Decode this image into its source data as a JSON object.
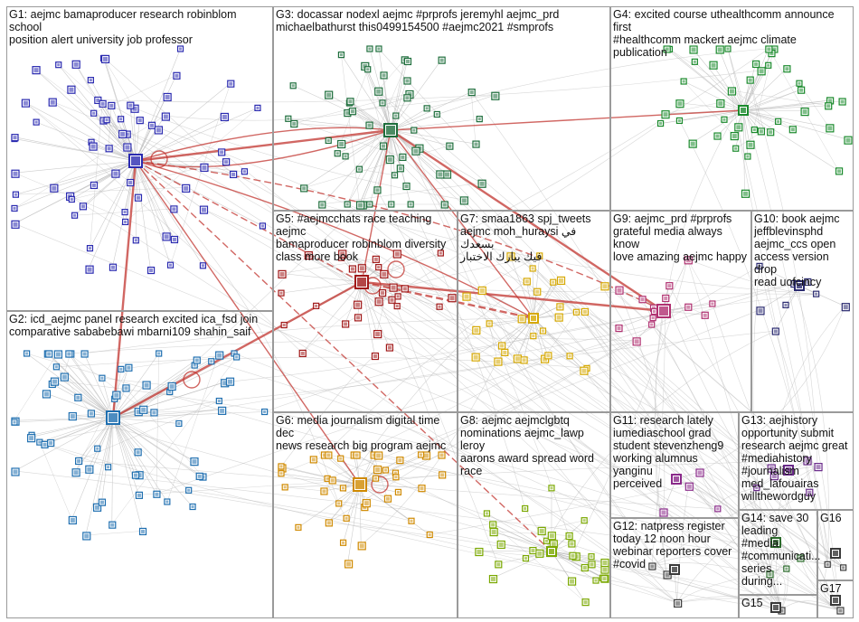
{
  "graph_title": "",
  "colors": {
    "edge": "#b8b8b8",
    "heavy_edge": "#c2342f",
    "border": "#9a9a9a"
  },
  "groups": [
    {
      "id": "G1",
      "label": "G1: aejmc bamaproducer research robinblom school\nposition alert university job professor",
      "color": "#2a2ab0"
    },
    {
      "id": "G3",
      "label": "G3: docassar nodexl aejmc #prprofs jeremyhl aejmc_prd\nmichaelbathurst this0499154500 #aejmc2021 #smprofs",
      "color": "#1e6e3c"
    },
    {
      "id": "G4",
      "label": "G4: excited course uthealthcomm announce first\n#healthcomm mackert aejmc climate publication",
      "color": "#1a8a2c"
    },
    {
      "id": "G5",
      "label": "G5: #aejmcchats race teaching aejmc\nbamaproducer robinblom diversity\nclass more book",
      "color": "#a01818"
    },
    {
      "id": "G7",
      "label": "G7: smaa1863 spj_tweets\naejmc moh_huraysi في بسعدك\nفيك يبارك الاختبار",
      "color": "#d6a800"
    },
    {
      "id": "G9",
      "label": "G9: aejmc_prd #prprofs\ngrateful media always know\nlove amazing aejmc happy",
      "color": "#b03070"
    },
    {
      "id": "G10",
      "label": "G10: book aejmc\njeffblevinsphd\naejmc_ccs open\naccess version drop\nread uofcincy",
      "color": "#2a2a70"
    },
    {
      "id": "G2",
      "label": "G2: icd_aejmc panel research excited ica_fsd join\ncomparative sababebawi mbarni109 shahin_saif",
      "color": "#1f6fb0"
    },
    {
      "id": "G6",
      "label": "G6: media journalism digital time dec\nnews research big program aejmc",
      "color": "#d08a00"
    },
    {
      "id": "G8",
      "label": "G8: aejmc aejmclgbtq\nnominations aejmc_lawp leroy\naarons award spread word race",
      "color": "#7aa800"
    },
    {
      "id": "G11",
      "label": "G11: research lately\niumediaschool grad\nstudent stevenzheng9\nworking alumnus yanginu\nperceived",
      "color": "#8a2a8a"
    },
    {
      "id": "G13",
      "label": "G13: aejhistory\nopportunity submit\nresearch aejmc great\n#mediahistory\n#journalism\nmed_lafouairas\nwillthewordguy",
      "color": "#6a2a8a"
    },
    {
      "id": "G12",
      "label": "G12: natpress register\ntoday 12 noon hour\nwebinar reporters cover\n#covid",
      "color": "#3a3a3a"
    },
    {
      "id": "G14",
      "label": "G14: save 30\nleading #media\n#communicati...\nseries during...",
      "color": "#2a6a2a"
    },
    {
      "id": "G16",
      "label": "G16",
      "color": "#3a3a3a"
    },
    {
      "id": "G15",
      "label": "G15",
      "color": "#3a3a3a"
    },
    {
      "id": "G17",
      "label": "G17",
      "color": "#3a3a3a"
    }
  ]
}
